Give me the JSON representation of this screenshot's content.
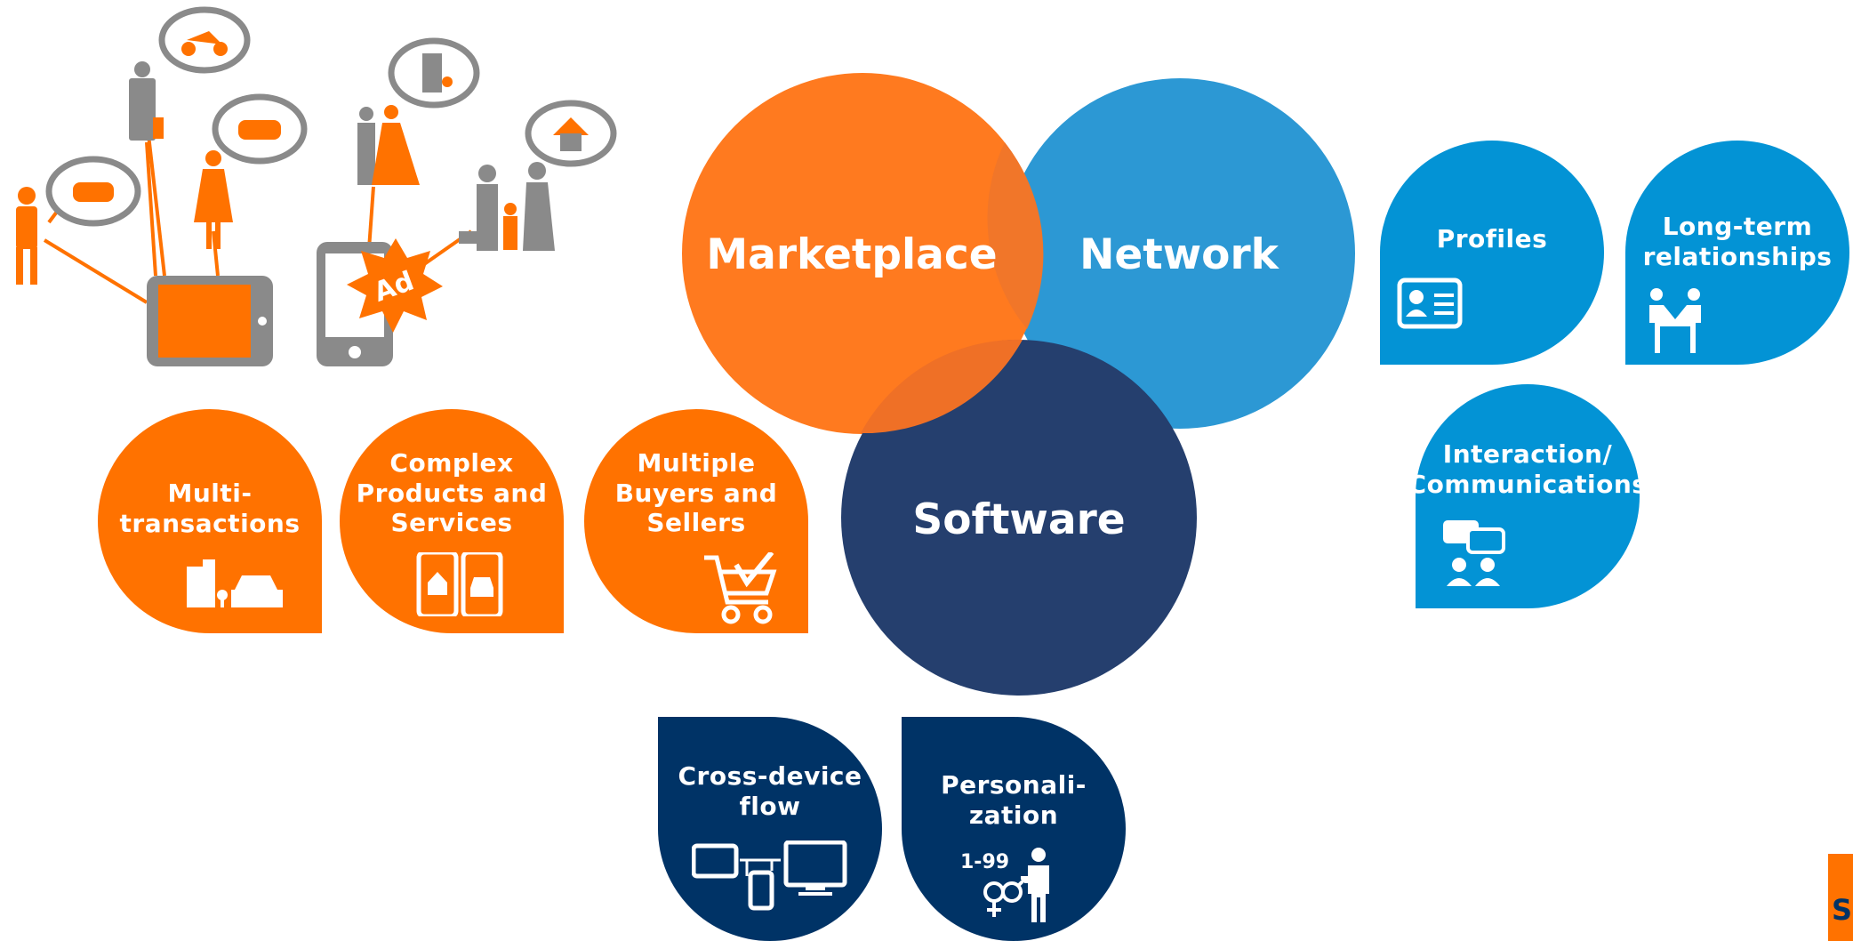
{
  "venn": {
    "marketplace": "Marketplace",
    "network": "Network",
    "software": "Software",
    "colors": {
      "marketplace": "#ff7200",
      "network": "#1e8fd2",
      "software": "#1c3766"
    }
  },
  "illustration": {
    "ad_label": "Ad"
  },
  "marketplace_features": [
    {
      "label": "Multi-\ntransactions",
      "icon": "buildings-car-icon"
    },
    {
      "label": "Complex\nProducts and\nServices",
      "icon": "phones-home-car-icon"
    },
    {
      "label": "Multiple\nBuyers and\nSellers",
      "icon": "shopping-cart-check-icon"
    }
  ],
  "network_features": [
    {
      "label": "Profiles",
      "icon": "id-card-icon"
    },
    {
      "label": "Long-term\nrelationships",
      "icon": "handshake-icon"
    },
    {
      "label": "Interaction/\nCommunications",
      "icon": "chat-people-icon"
    }
  ],
  "software_features": [
    {
      "label": "Cross-device\nflow",
      "icon": "devices-sync-icon",
      "badge": ""
    },
    {
      "label": "Personali-\nzation",
      "icon": "age-gender-person-icon",
      "badge": "1-99"
    }
  ],
  "brand": {
    "letter": "S",
    "color": "#ff7200"
  }
}
